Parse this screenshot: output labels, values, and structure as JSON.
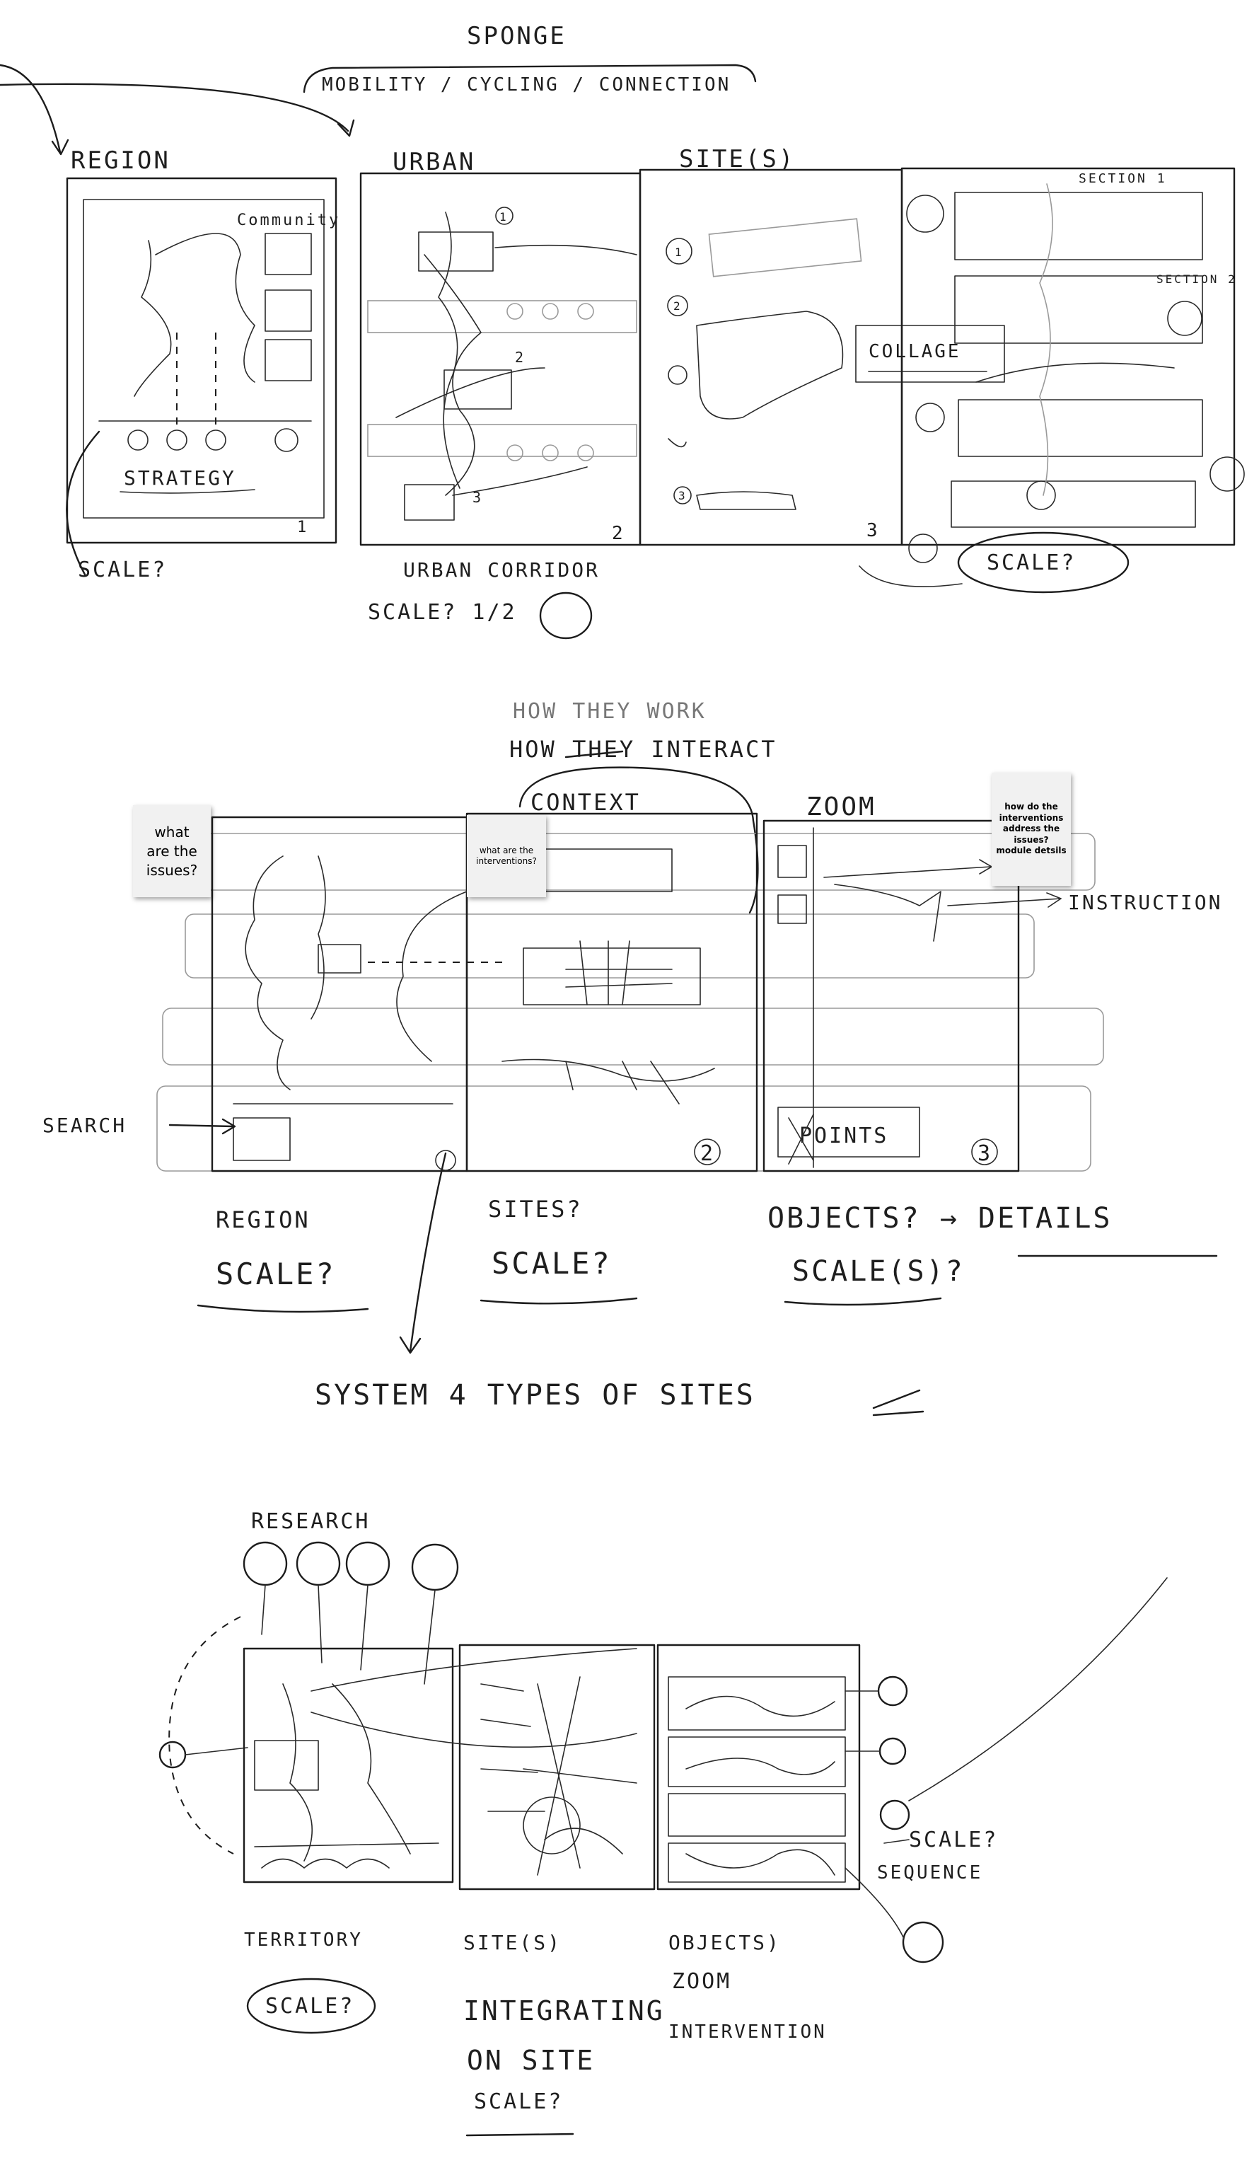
{
  "sketch1": {
    "title": "SPONGE",
    "subtitle": "MOBILITY / CYCLING / CONNECTION",
    "region": "REGION",
    "urban": "URBAN",
    "sites": "SITE(S)",
    "community": "Community",
    "strategy": "STRATEGY",
    "collage": "COLLAGE",
    "section1": "SECTION 1",
    "section2": "SECTION 2",
    "scale_left": "SCALE?",
    "scale_right": "SCALE?",
    "urban_corridor": "URBAN CORRIDOR",
    "scale_mid": "SCALE? 1/2",
    "panel1": "1",
    "panel2": "2",
    "panel3": "3",
    "site1": "1",
    "site2": "2",
    "site3": "3",
    "u1": "1",
    "u2": "2",
    "u3": "3"
  },
  "sketch2": {
    "top_line1": "HOW THEY WORK",
    "top_line2": "HOW THEY INTERACT",
    "context": "CONTEXT",
    "zoom": "ZOOM",
    "instruction": "INSTRUCTION",
    "search": "SEARCH",
    "points": "POINTS",
    "region": "REGION",
    "region_scale": "SCALE?",
    "sites": "SITES?",
    "sites_scale": "SCALE?",
    "objects": "OBJECTS? → DETAILS",
    "objects_scale": "SCALE(S)?",
    "num2": "2",
    "num3": "3",
    "system": "SYSTEM 4 TYPES OF SITES",
    "notes": {
      "issues": [
        "what",
        "are the",
        "issues?"
      ],
      "interventions": [
        "what are the",
        "interventions?"
      ],
      "address": [
        "how do the",
        "interventions",
        "address the",
        "issues?",
        "module detsils"
      ]
    }
  },
  "sketch3": {
    "research": "RESEARCH",
    "scale_right": "SCALE?",
    "sequence": "SEQUENCE",
    "territory": "TERRITORY",
    "territory_scale": "SCALE?",
    "sites": "SITE(S)",
    "integrating": "INTEGRATING",
    "on_site": "ON SITE",
    "sites_scale": "SCALE?",
    "objects": "OBJECTS)",
    "zoom": "ZOOM",
    "intervention": "INTERVENTION"
  }
}
